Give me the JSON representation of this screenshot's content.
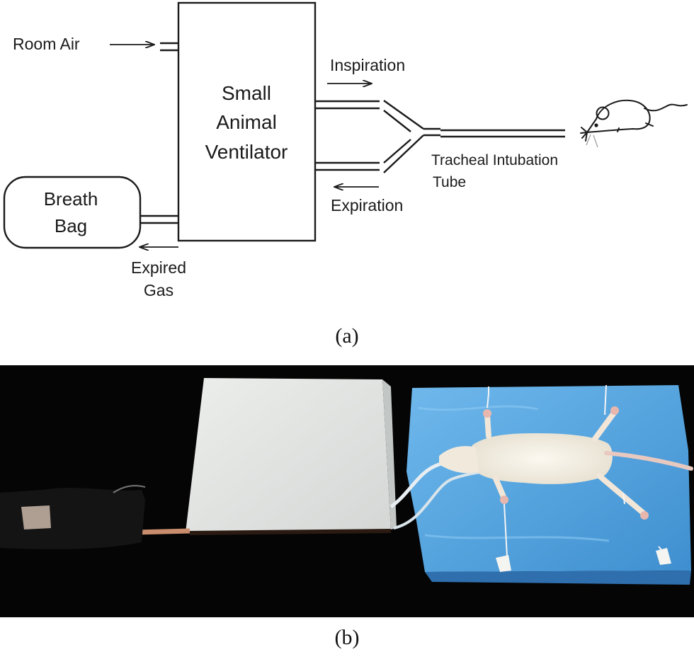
{
  "diagram_a": {
    "ventilator_label": [
      "Small",
      "Animal",
      "Ventilator"
    ],
    "room_air": "Room Air",
    "breath_bag": [
      "Breath",
      "Bag"
    ],
    "expired_gas": [
      "Expired",
      "Gas"
    ],
    "inspiration": "Inspiration",
    "expiration": "Expiration",
    "tube_label": [
      "Tracheal Intubation",
      "Tube"
    ],
    "caption": "(a)"
  },
  "photo_b": {
    "caption": "(b)",
    "colors": {
      "background": "#050505",
      "board": "#e2e4e2",
      "drape": "#5aa7e0",
      "rat": "#f3eee4"
    }
  }
}
